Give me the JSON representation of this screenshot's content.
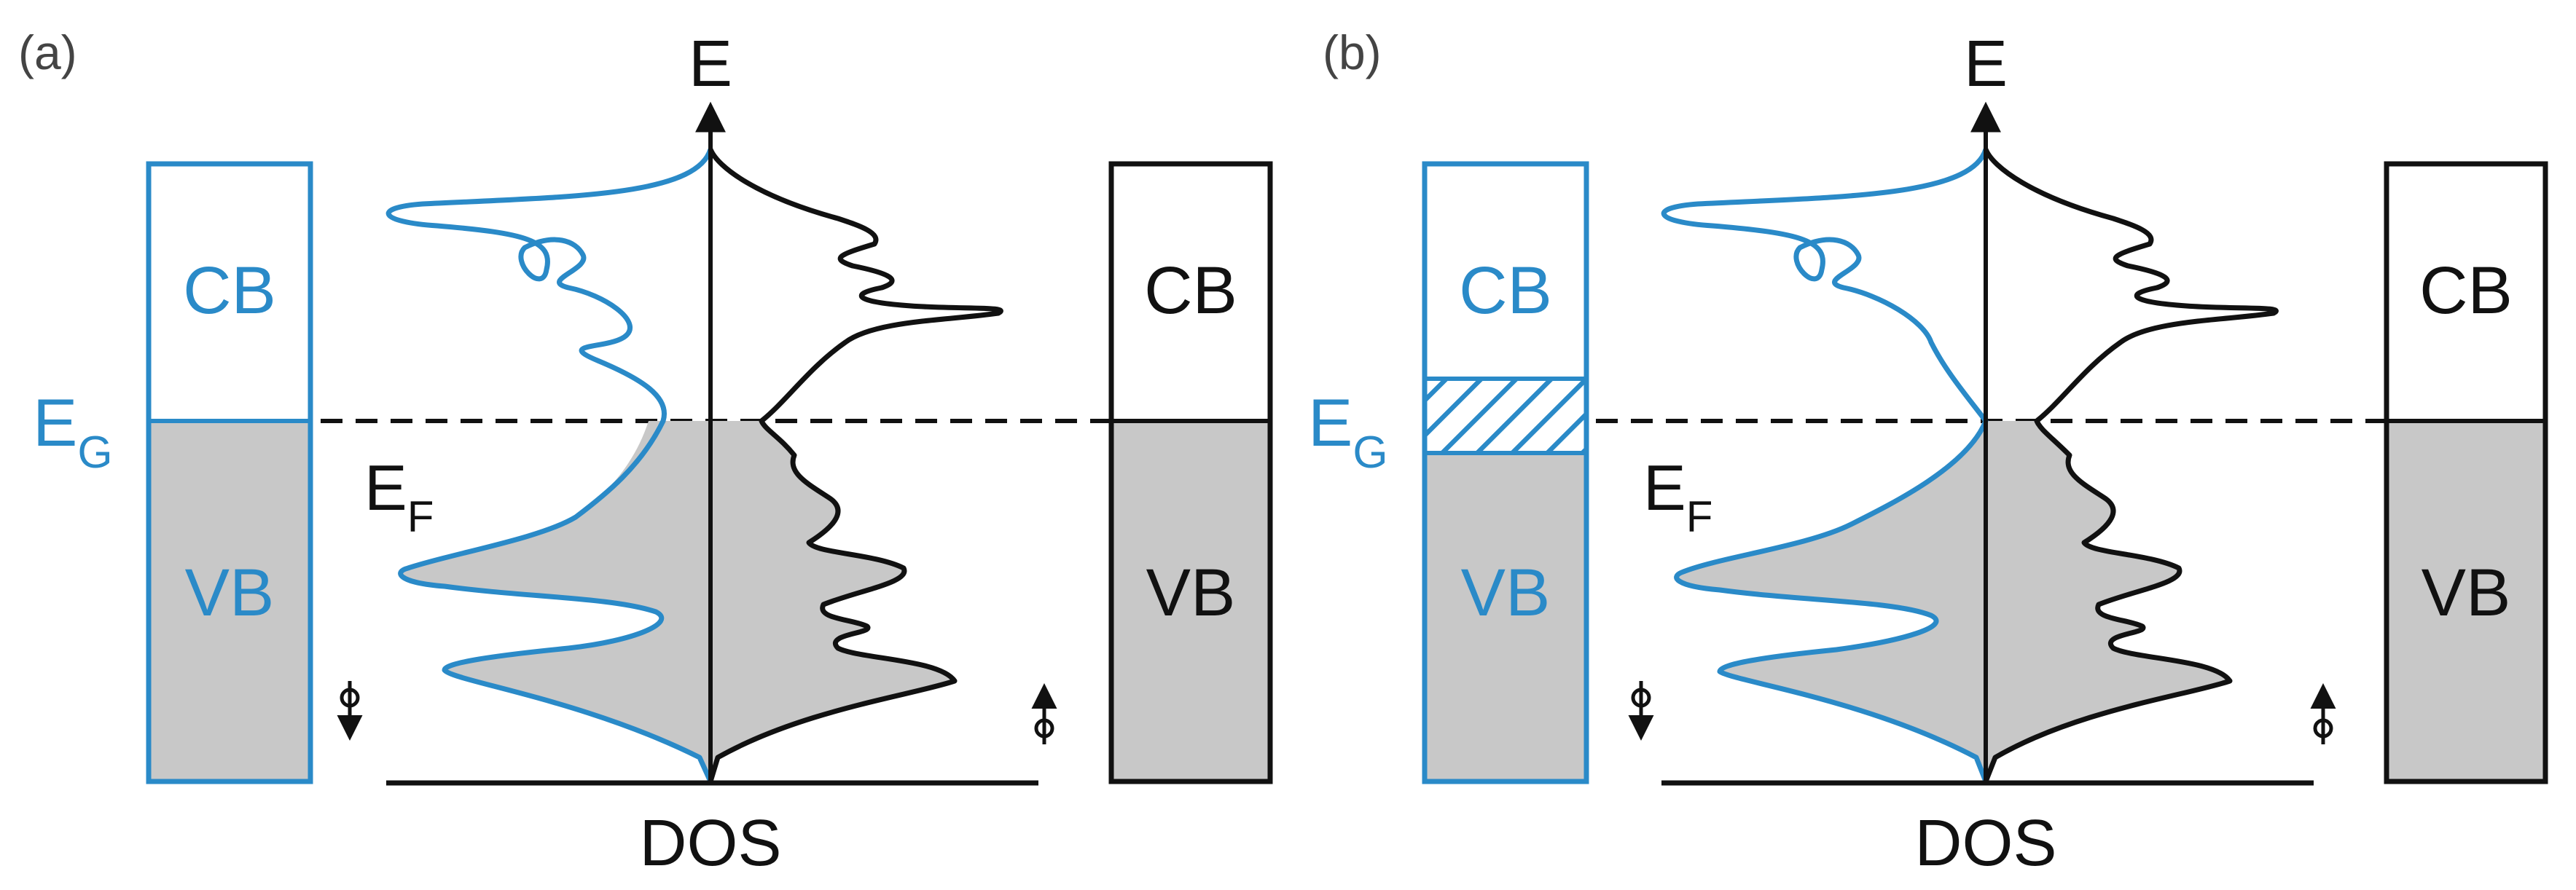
{
  "colors": {
    "blue": "#2a8ac8",
    "black": "#111111",
    "fill": "#c8c8c8"
  },
  "labels": {
    "energy_axis": "E",
    "dos_axis": "DOS",
    "gap_symbol": "E",
    "gap_subscript": "G",
    "fermi_symbol": "E",
    "fermi_subscript": "F",
    "conduction_band": "CB",
    "valence_band": "VB"
  },
  "panels": [
    {
      "id": "a",
      "tag": "(a)",
      "gap_hatched": false
    },
    {
      "id": "b",
      "tag": "(b)",
      "gap_hatched": true
    }
  ]
}
